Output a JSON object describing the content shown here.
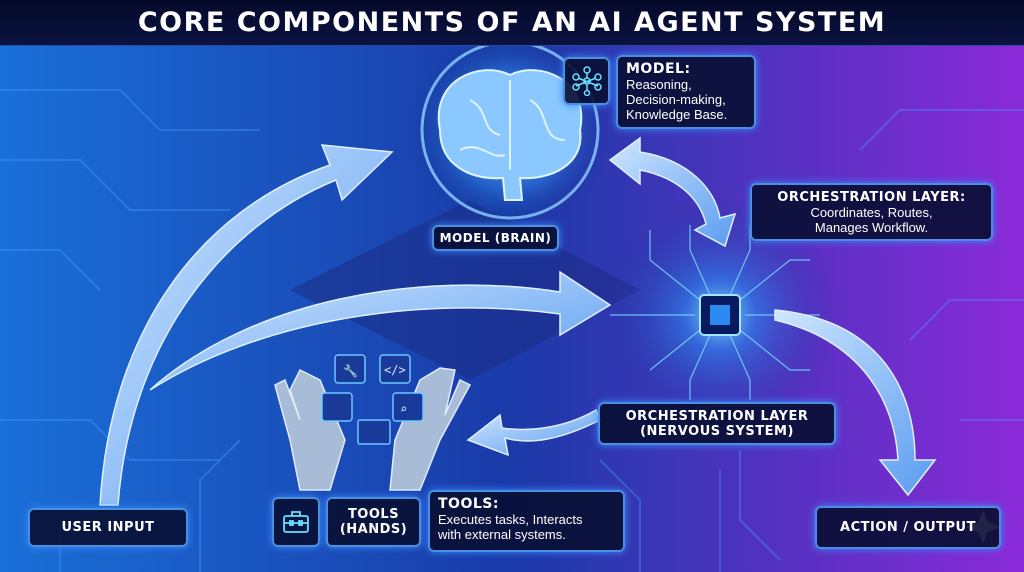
{
  "title": "CORE COMPONENTS OF AN AI AGENT SYSTEM",
  "model": {
    "heading": "MODEL:",
    "lines": [
      "Reasoning,",
      "Decision-making,",
      "Knowledge Base."
    ],
    "label": "MODEL (BRAIN)",
    "icon": "neural-network-icon"
  },
  "orchestration": {
    "heading": "ORCHESTRATION LAYER:",
    "lines": [
      "Coordinates, Routes,",
      "Manages Workflow."
    ],
    "label_line1": "ORCHESTRATION LAYER",
    "label_line2": "(NERVOUS SYSTEM)"
  },
  "tools": {
    "heading": "TOOLS:",
    "lines": [
      "Executes tasks, Interacts",
      "with external systems."
    ],
    "label_line1": "TOOLS",
    "label_line2": "(HANDS)",
    "icon": "toolbox-icon"
  },
  "user_input": "USER INPUT",
  "action_output": "ACTION / OUTPUT",
  "colors": {
    "arrow": "#7ab8ff",
    "border": "#4a8fe0",
    "bg_left": "#1f6fd0",
    "bg_right": "#7a2ad0"
  }
}
